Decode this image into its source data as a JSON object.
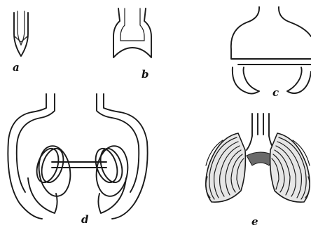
{
  "figure": {
    "labels": {
      "a": "a",
      "b": "b",
      "c": "c",
      "d": "d",
      "e": "e"
    }
  }
}
